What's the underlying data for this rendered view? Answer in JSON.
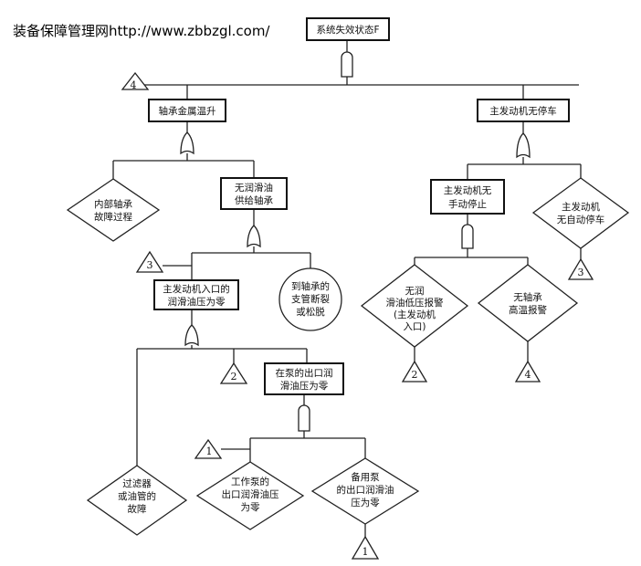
{
  "watermark": "装备保障管理网http://www.zbbzgl.com/",
  "nodes": {
    "top": "系统失效状态F",
    "bearing_temp": "轴承金属温升",
    "no_stop": "主发动机无停车",
    "inner_fault": [
      "内部轴承",
      "故障过程"
    ],
    "no_lube": [
      "无润滑油",
      "供给轴承"
    ],
    "no_manual": [
      "主发动机无",
      "手动停止"
    ],
    "no_auto": [
      "主发动机",
      "无自动停车"
    ],
    "inlet_zero": [
      "主发动机入口的",
      "润滑油压为零"
    ],
    "pipe_break": [
      "到轴承的",
      "支管断裂",
      "或松脱"
    ],
    "low_alarm": [
      "无润",
      "滑油低压报警",
      "(主发动机",
      "入口)"
    ],
    "high_temp_alarm": [
      "无轴承",
      "高温报警"
    ],
    "pump_outlet_zero": [
      "在泵的出口润",
      "滑油压为零"
    ],
    "filter_fault": [
      "过滤器",
      "或油管的",
      "故障"
    ],
    "work_pump": [
      "工作泵的",
      "出口润滑油压",
      "为零"
    ],
    "spare_pump": [
      "备用泵",
      "的出口润滑油",
      "压为零"
    ]
  },
  "transfers": {
    "t4_top": "4",
    "t3_inlet": "3",
    "t2_or": "2",
    "t1_pump": "1",
    "t3_auto": "3",
    "t2_low": "2",
    "t4_high": "4",
    "t1_spare": "1"
  }
}
